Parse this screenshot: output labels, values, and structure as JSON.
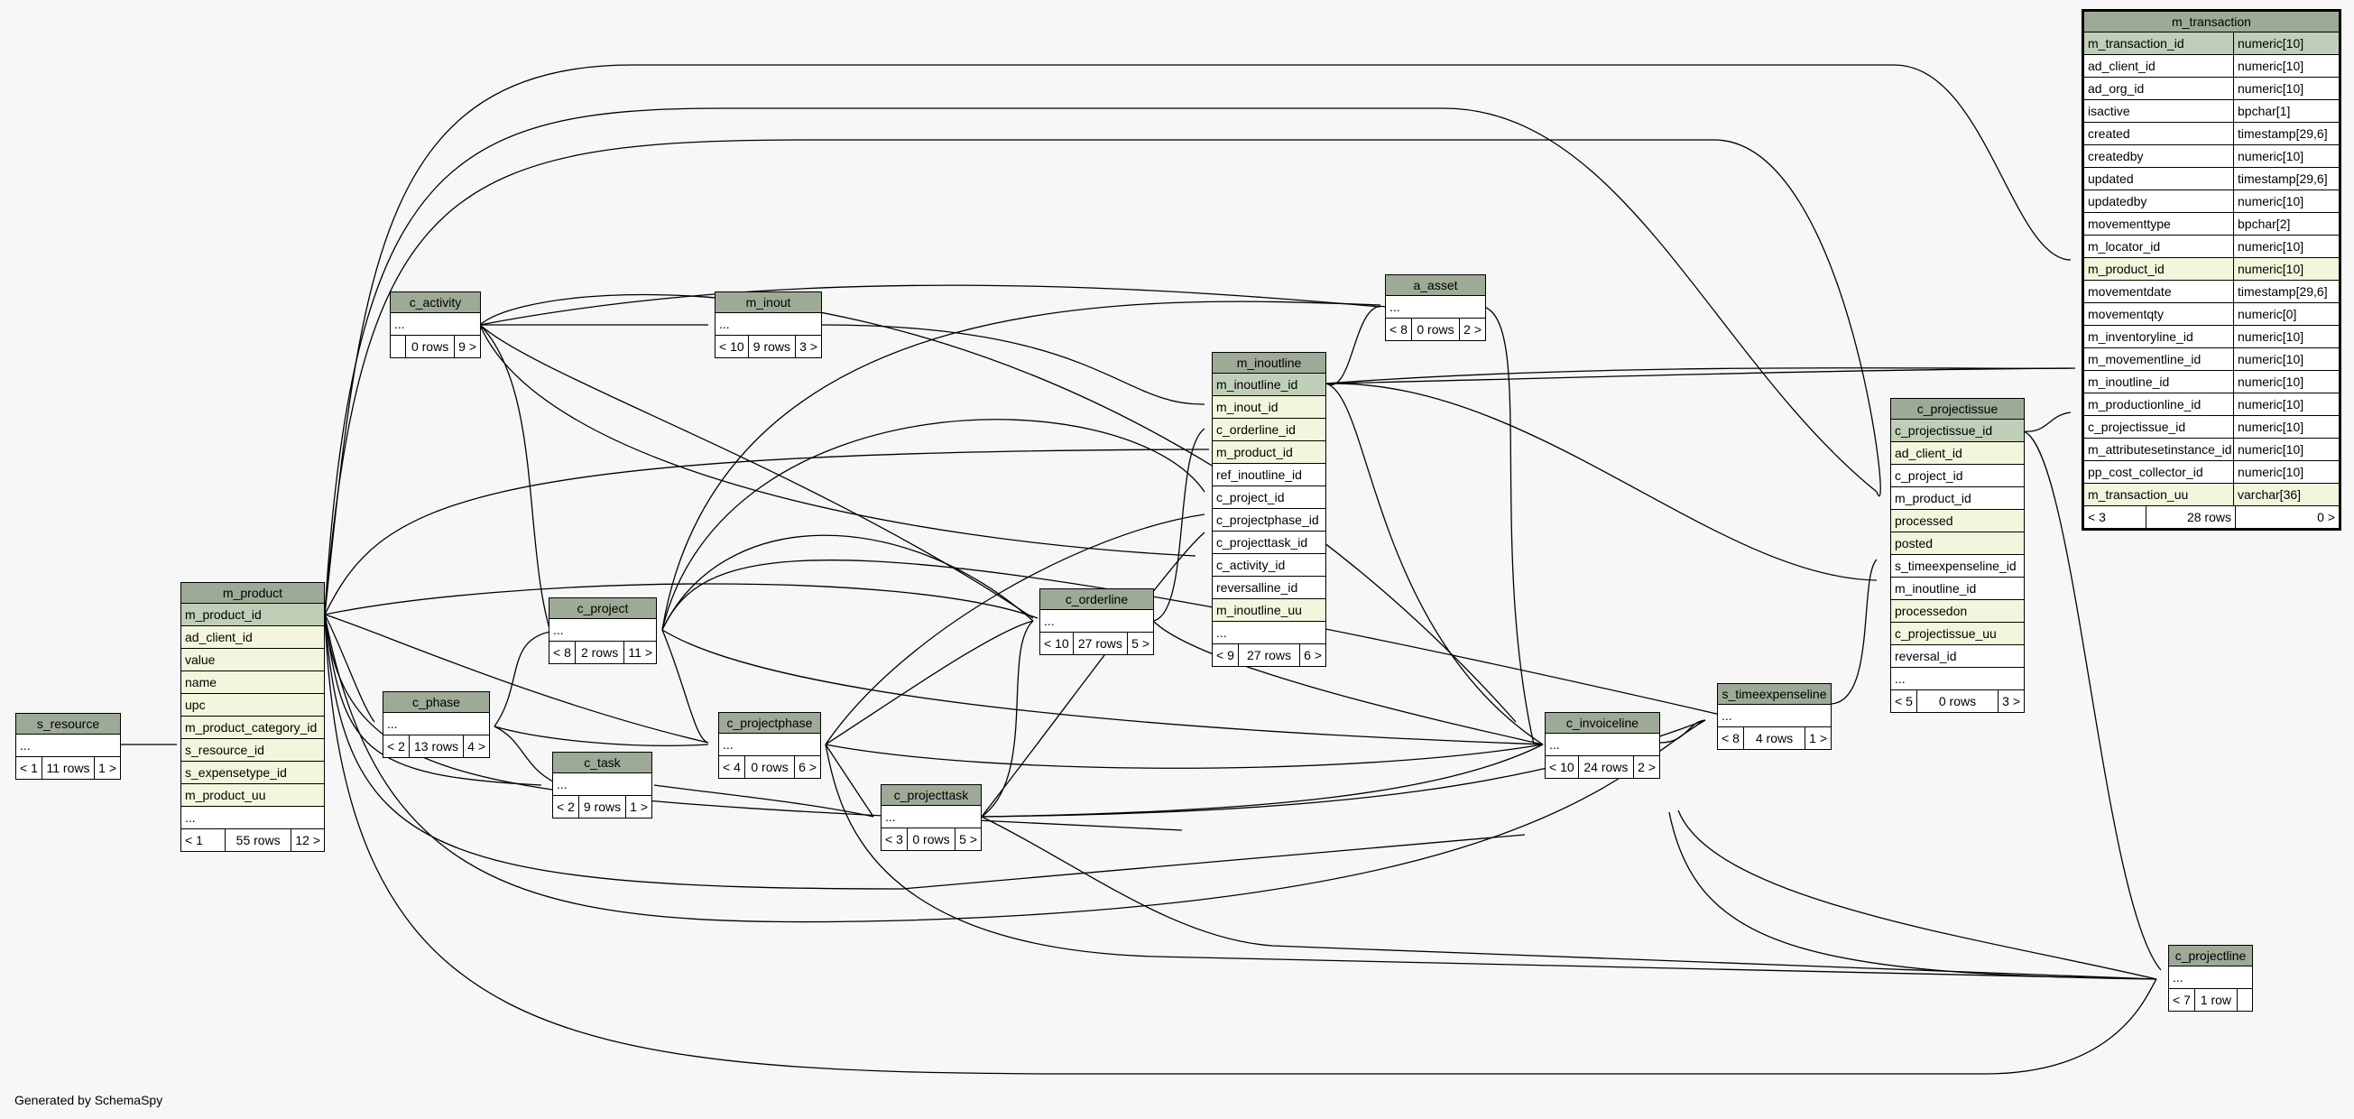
{
  "caption": "Generated by SchemaSpy",
  "tables": {
    "s_resource": {
      "title": "s_resource",
      "rows": [
        "..."
      ],
      "footer": [
        "< 1",
        "11 rows",
        "1 >"
      ]
    },
    "m_product": {
      "title": "m_product",
      "rows": [
        {
          "name": "m_product_id",
          "kind": "pk"
        },
        {
          "name": "ad_client_id",
          "kind": "fk"
        },
        {
          "name": "value",
          "kind": "fk"
        },
        {
          "name": "name",
          "kind": "fk"
        },
        {
          "name": "upc",
          "kind": "fk"
        },
        {
          "name": "m_product_category_id",
          "kind": "fk"
        },
        {
          "name": "s_resource_id",
          "kind": "fk"
        },
        {
          "name": "s_expensetype_id",
          "kind": "fk"
        },
        {
          "name": "m_product_uu",
          "kind": "fk"
        },
        {
          "name": "...",
          "kind": "plain"
        }
      ],
      "footer": [
        "< 1",
        "55 rows",
        "12 >"
      ]
    },
    "c_activity": {
      "title": "c_activity",
      "rows": [
        "..."
      ],
      "footer": [
        "",
        "0 rows",
        "9 >"
      ]
    },
    "m_inout": {
      "title": "m_inout",
      "rows": [
        "..."
      ],
      "footer": [
        "< 10",
        "9 rows",
        "3 >"
      ]
    },
    "c_project": {
      "title": "c_project",
      "rows": [
        "..."
      ],
      "footer": [
        "< 8",
        "2 rows",
        "11 >"
      ]
    },
    "c_phase": {
      "title": "c_phase",
      "rows": [
        "..."
      ],
      "footer": [
        "< 2",
        "13 rows",
        "4 >"
      ]
    },
    "c_task": {
      "title": "c_task",
      "rows": [
        "..."
      ],
      "footer": [
        "< 2",
        "9 rows",
        "1 >"
      ]
    },
    "c_projectphase": {
      "title": "c_projectphase",
      "rows": [
        "..."
      ],
      "footer": [
        "< 4",
        "0 rows",
        "6 >"
      ]
    },
    "c_projecttask": {
      "title": "c_projecttask",
      "rows": [
        "..."
      ],
      "footer": [
        "< 3",
        "0 rows",
        "5 >"
      ]
    },
    "c_orderline": {
      "title": "c_orderline",
      "rows": [
        "..."
      ],
      "footer": [
        "< 10",
        "27 rows",
        "5 >"
      ]
    },
    "a_asset": {
      "title": "a_asset",
      "rows": [
        "..."
      ],
      "footer": [
        "< 8",
        "0 rows",
        "2 >"
      ]
    },
    "m_inoutline": {
      "title": "m_inoutline",
      "rows": [
        {
          "name": "m_inoutline_id",
          "kind": "pk"
        },
        {
          "name": "m_inout_id",
          "kind": "fk"
        },
        {
          "name": "c_orderline_id",
          "kind": "fk"
        },
        {
          "name": "m_product_id",
          "kind": "fk"
        },
        {
          "name": "ref_inoutline_id",
          "kind": "plain"
        },
        {
          "name": "c_project_id",
          "kind": "plain"
        },
        {
          "name": "c_projectphase_id",
          "kind": "plain"
        },
        {
          "name": "c_projecttask_id",
          "kind": "plain"
        },
        {
          "name": "c_activity_id",
          "kind": "plain"
        },
        {
          "name": "reversalline_id",
          "kind": "plain"
        },
        {
          "name": "m_inoutline_uu",
          "kind": "fk"
        },
        {
          "name": "...",
          "kind": "plain"
        }
      ],
      "footer": [
        "< 9",
        "27 rows",
        "6 >"
      ]
    },
    "c_invoiceline": {
      "title": "c_invoiceline",
      "rows": [
        "..."
      ],
      "footer": [
        "< 10",
        "24 rows",
        "2 >"
      ]
    },
    "s_timeexpenseline": {
      "title": "s_timeexpenseline",
      "rows": [
        "..."
      ],
      "footer": [
        "< 8",
        "4 rows",
        "1 >"
      ]
    },
    "c_projectissue": {
      "title": "c_projectissue",
      "rows": [
        {
          "name": "c_projectissue_id",
          "kind": "pk"
        },
        {
          "name": "ad_client_id",
          "kind": "fk"
        },
        {
          "name": "c_project_id",
          "kind": "plain"
        },
        {
          "name": "m_product_id",
          "kind": "plain"
        },
        {
          "name": "processed",
          "kind": "fk"
        },
        {
          "name": "posted",
          "kind": "fk"
        },
        {
          "name": "s_timeexpenseline_id",
          "kind": "plain"
        },
        {
          "name": "m_inoutline_id",
          "kind": "plain"
        },
        {
          "name": "processedon",
          "kind": "fk"
        },
        {
          "name": "c_projectissue_uu",
          "kind": "fk"
        },
        {
          "name": "reversal_id",
          "kind": "plain"
        },
        {
          "name": "...",
          "kind": "plain"
        }
      ],
      "footer": [
        "< 5",
        "0 rows",
        "3 >"
      ]
    },
    "c_projectline": {
      "title": "c_projectline",
      "rows": [
        "..."
      ],
      "footer": [
        "< 7",
        "1 row",
        ""
      ]
    },
    "m_transaction": {
      "title": "m_transaction",
      "columns": [
        {
          "name": "m_transaction_id",
          "type": "numeric[10]",
          "kind": "pk"
        },
        {
          "name": "ad_client_id",
          "type": "numeric[10]",
          "kind": "plain"
        },
        {
          "name": "ad_org_id",
          "type": "numeric[10]",
          "kind": "plain"
        },
        {
          "name": "isactive",
          "type": "bpchar[1]",
          "kind": "plain"
        },
        {
          "name": "created",
          "type": "timestamp[29,6]",
          "kind": "plain"
        },
        {
          "name": "createdby",
          "type": "numeric[10]",
          "kind": "plain"
        },
        {
          "name": "updated",
          "type": "timestamp[29,6]",
          "kind": "plain"
        },
        {
          "name": "updatedby",
          "type": "numeric[10]",
          "kind": "plain"
        },
        {
          "name": "movementtype",
          "type": "bpchar[2]",
          "kind": "plain"
        },
        {
          "name": "m_locator_id",
          "type": "numeric[10]",
          "kind": "plain"
        },
        {
          "name": "m_product_id",
          "type": "numeric[10]",
          "kind": "fk"
        },
        {
          "name": "movementdate",
          "type": "timestamp[29,6]",
          "kind": "plain"
        },
        {
          "name": "movementqty",
          "type": "numeric[0]",
          "kind": "plain"
        },
        {
          "name": "m_inventoryline_id",
          "type": "numeric[10]",
          "kind": "plain"
        },
        {
          "name": "m_movementline_id",
          "type": "numeric[10]",
          "kind": "plain"
        },
        {
          "name": "m_inoutline_id",
          "type": "numeric[10]",
          "kind": "plain"
        },
        {
          "name": "m_productionline_id",
          "type": "numeric[10]",
          "kind": "plain"
        },
        {
          "name": "c_projectissue_id",
          "type": "numeric[10]",
          "kind": "plain"
        },
        {
          "name": "m_attributesetinstance_id",
          "type": "numeric[10]",
          "kind": "plain"
        },
        {
          "name": "pp_cost_collector_id",
          "type": "numeric[10]",
          "kind": "plain"
        },
        {
          "name": "m_transaction_uu",
          "type": "varchar[36]",
          "kind": "fk"
        }
      ],
      "footer": [
        "< 3",
        "28 rows",
        "0 >"
      ]
    }
  },
  "colors": {
    "header": "#9daa96",
    "pk": "#bfcfb7",
    "fk": "#f3f6dc",
    "background": "#f7f7f7"
  }
}
